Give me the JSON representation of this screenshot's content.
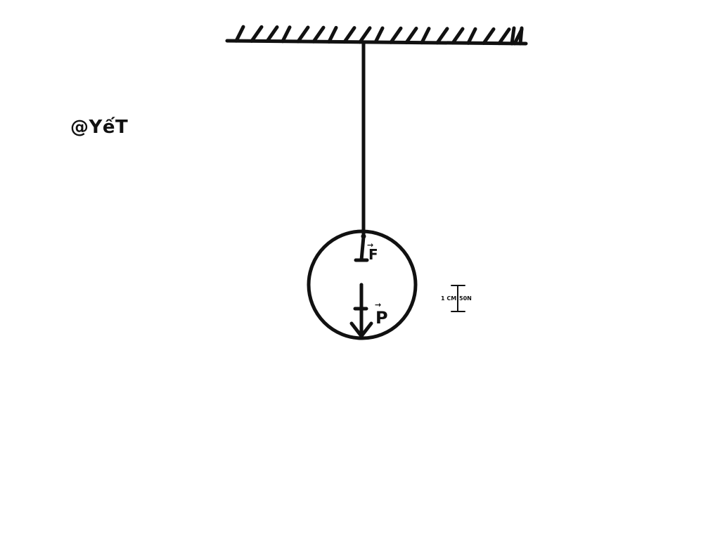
{
  "author_tag": "@YếT",
  "vectors": {
    "tension_label": "F",
    "weight_label": "P",
    "arrow_mark": "→"
  },
  "scale": {
    "length_label": "1 CM",
    "force_label": "50N"
  },
  "colors": {
    "ink": "#111111",
    "background": "#ffffff"
  },
  "elements": {
    "ceiling": "hatched-ceiling-support",
    "string": "suspension-string",
    "ball": "hanging-ball"
  }
}
